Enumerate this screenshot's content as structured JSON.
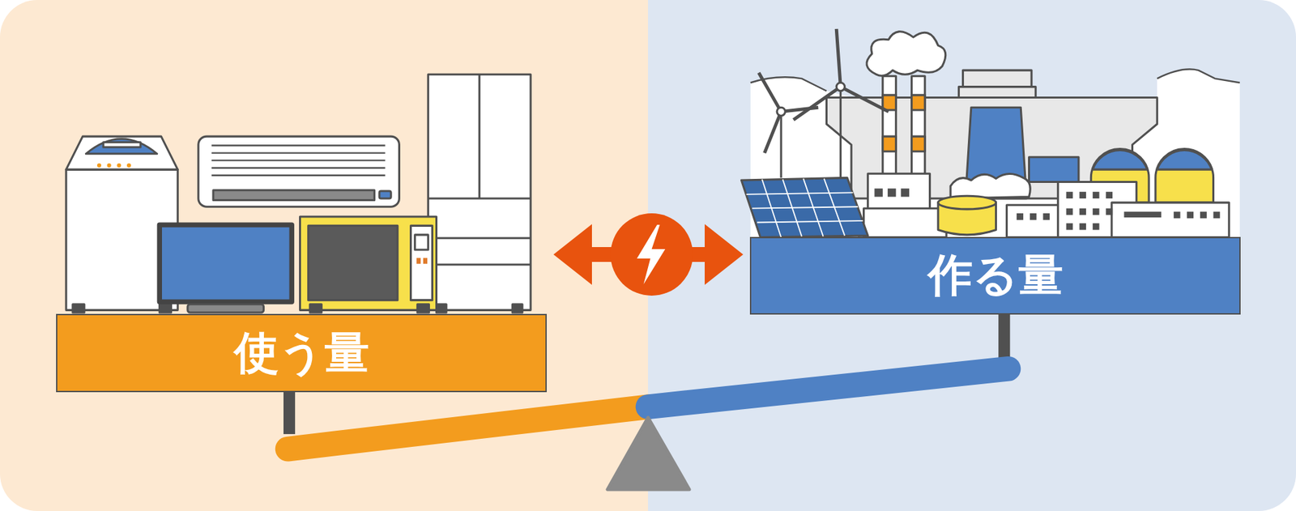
{
  "diagram": {
    "nodes": [
      {
        "text": [
          "使う量"
        ]
      },
      {
        "text": [
          "作る量"
        ]
      }
    ],
    "edges": [
      {
        "from": 0,
        "to": 1,
        "arrow": "both"
      }
    ]
  }
}
